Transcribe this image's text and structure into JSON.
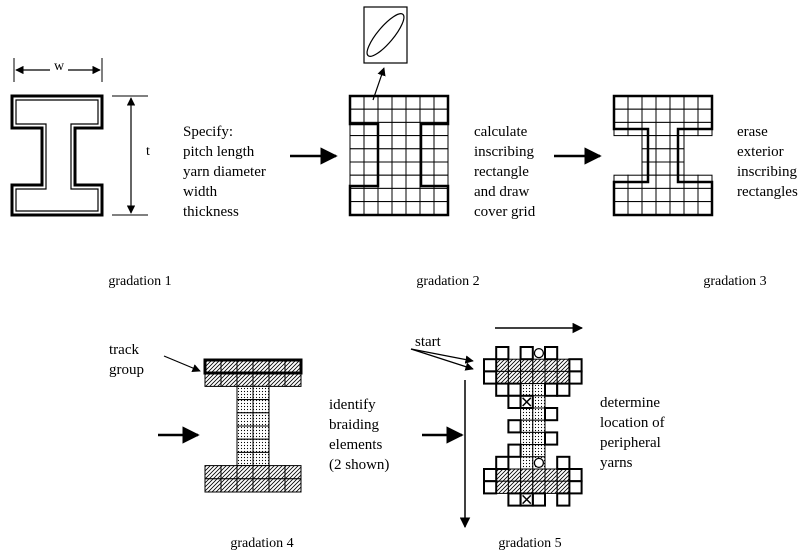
{
  "figure": {
    "dimensions": {
      "width_label": "w",
      "thickness_label": "t"
    },
    "steps": {
      "specify": [
        "Specify:",
        "pitch length",
        "yarn diameter",
        "width",
        "thickness"
      ],
      "calculate": [
        "calculate",
        "inscribing",
        "rectangle",
        "and draw",
        "cover grid"
      ],
      "erase": [
        "erase",
        "exterior",
        "inscribing",
        "rectangles"
      ],
      "identify": [
        "identify",
        "braiding",
        "elements",
        "(2 shown)"
      ],
      "determine": [
        "determine",
        "location of",
        "peripheral",
        "yarns"
      ]
    },
    "callouts": {
      "track_group": [
        "track",
        "group"
      ],
      "start": "start"
    },
    "gradations": [
      "gradation 1",
      "gradation 2",
      "gradation 3",
      "gradation 4",
      "gradation 5"
    ],
    "colors": {
      "ink": "#000000",
      "paper": "#ffffff"
    }
  }
}
